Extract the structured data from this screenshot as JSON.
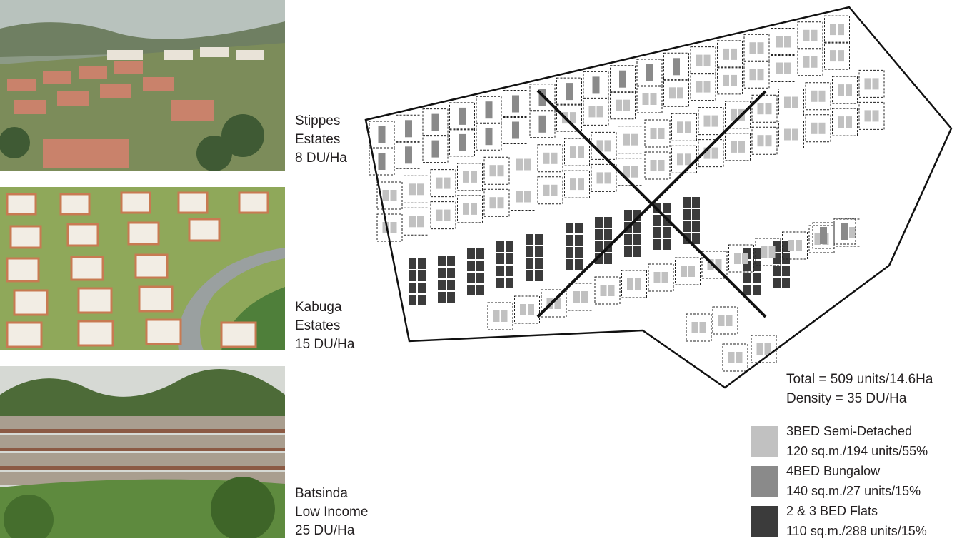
{
  "photos": [
    {
      "caption": [
        "Stippes",
        "Estates",
        "8 DU/Ha"
      ]
    },
    {
      "caption": [
        "Kabuga",
        "Estates",
        "15 DU/Ha"
      ]
    },
    {
      "caption": [
        "Batsinda",
        "Low Income",
        "25 DU/Ha"
      ]
    }
  ],
  "plan": {
    "total": "Total = 509 units/14.6Ha",
    "density": "Density = 35 DU/Ha"
  },
  "legend": [
    {
      "label": "3BED Semi-Detached",
      "detail": "120 sq.m./194 units/55%",
      "color": "#c1c1c1"
    },
    {
      "label": "4BED Bungalow",
      "detail": "140 sq.m./27 units/15%",
      "color": "#8a8a8a"
    },
    {
      "label": "2 & 3 BED Flats",
      "detail": "110 sq.m./288 units/15%",
      "color": "#3b3b3b"
    }
  ]
}
